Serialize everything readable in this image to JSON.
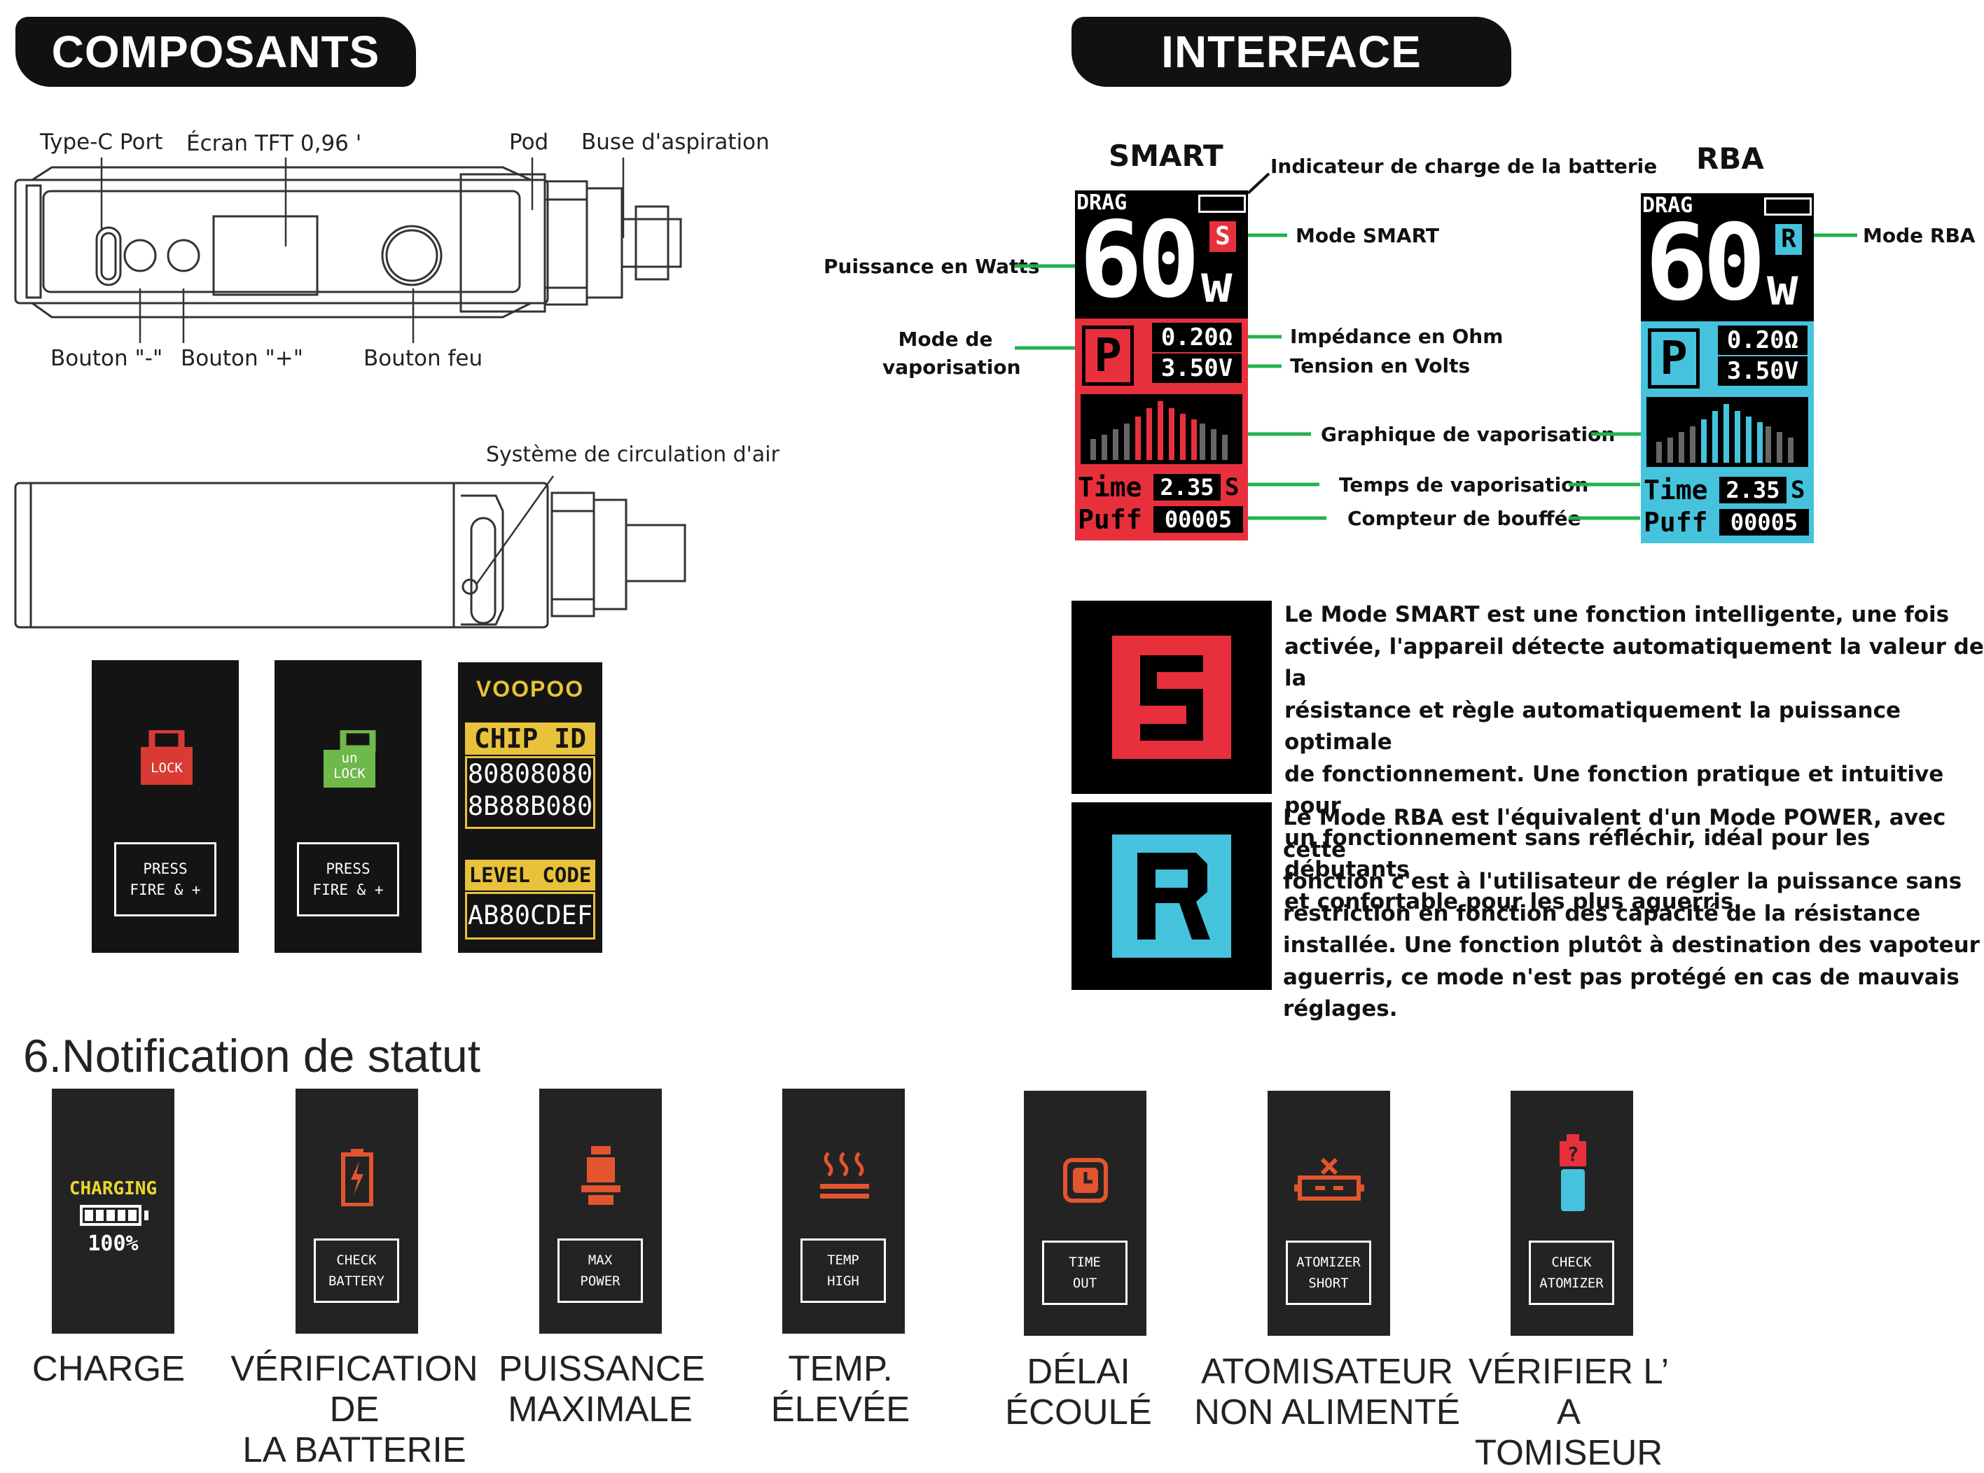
{
  "sections": {
    "components_title": "COMPOSANTS",
    "interface_title": "INTERFACE",
    "status_title": "6.Notification de statut"
  },
  "components": {
    "type_c_port": "Type-C Port",
    "screen": "Écran TFT 0,96 '",
    "pod": "Pod",
    "mouthpiece": "Buse d'aspiration",
    "minus_button": "Bouton \"-\"",
    "plus_button": "Bouton \"+\"",
    "fire_button": "Bouton feu",
    "airflow": "Système de circulation d'air"
  },
  "lock_screens": {
    "lock": "LOCK",
    "unlock_1": "un",
    "unlock_2": "LOCK",
    "press_1": "PRESS",
    "press_2": "FIRE & +"
  },
  "chip_screen": {
    "brand": "VOOPOO",
    "chip_id_label": "CHIP ID",
    "chip_id_1": "80808080",
    "chip_id_2": "8B88B080",
    "level_code_label": "LEVEL CODE",
    "level_code": "AB80CDEF"
  },
  "interface": {
    "smart_title": "SMART",
    "rba_title": "RBA",
    "battery_indicator": "Indicateur de charge de la batterie",
    "mode_smart": "Mode SMART",
    "mode_rba": "Mode RBA",
    "watts": "Puissance en Watts",
    "vape_mode": "Mode de vaporisation",
    "impedance": "Impédance en Ohm",
    "voltage": "Tension en Volts",
    "graph": "Graphique de vaporisation",
    "vape_time": "Temps de vaporisation",
    "puff_counter": "Compteur de bouffée"
  },
  "device_screen": {
    "brand": "DRAG",
    "power": "60",
    "unit": "w",
    "smart_letter": "S",
    "rba_letter": "R",
    "mode_letter": "P",
    "resistance": "0.20Ω",
    "voltage": "3.50V",
    "time_label": "Time",
    "time_value": "2.35",
    "time_unit": "S",
    "puff_label": "Puff",
    "puff_value": "00005",
    "smart_color": "#e8303d",
    "rba_color": "#45c3dd"
  },
  "descriptions": {
    "smart": [
      "Le Mode SMART est une fonction intelligente, une fois",
      "activée, l'appareil détecte automatiquement la valeur de la",
      "résistance et règle automatiquement la puissance optimale",
      "de fonctionnement. Une fonction pratique et intuitive pour",
      "un fonctionnement sans réfléchir, idéal pour les débutants",
      "et confortable pour les plus aguerris."
    ],
    "rba": [
      "Le Mode RBA est l'équivalent d'un Mode POWER, avec cette",
      "fonction c'est à l'utilisateur de régler la puissance sans",
      "restriction en fonction des capacité de la résistance",
      "installée. Une fonction plutôt à destination des vapoteur",
      "aguerris, ce mode n'est pas protégé en cas de mauvais",
      "réglages."
    ]
  },
  "status": [
    {
      "icon": "charging-battery-icon",
      "screen_top": "CHARGING",
      "screen_bottom": "100%",
      "caption_1": "CHARGE",
      "caption_2": ""
    },
    {
      "icon": "battery-alert-icon",
      "screen_top": "CHECK",
      "screen_bottom": "BATTERY",
      "caption_1": "VÉRIFICATION DE",
      "caption_2": "LA BATTERIE"
    },
    {
      "icon": "coil-icon",
      "screen_top": "MAX",
      "screen_bottom": "POWER",
      "caption_1": "PUISSANCE",
      "caption_2": "MAXIMALE"
    },
    {
      "icon": "heat-waves-icon",
      "screen_top": "TEMP",
      "screen_bottom": "HIGH",
      "caption_1": "TEMP. ÉLEVÉE",
      "caption_2": ""
    },
    {
      "icon": "clock-icon",
      "screen_top": "TIME",
      "screen_bottom": "OUT",
      "caption_1": "DÉLAI",
      "caption_2": "ÉCOULÉ"
    },
    {
      "icon": "short-circuit-icon",
      "screen_top": "ATOMIZER",
      "screen_bottom": "SHORT",
      "caption_1": "ATOMISATEUR",
      "caption_2": "NON ALIMENTÉ"
    },
    {
      "icon": "atomizer-question-icon",
      "screen_top": "CHECK",
      "screen_bottom": "ATOMIZER",
      "caption_1": "VÉRIFIER L’ A",
      "caption_2": "TOMISEUR"
    }
  ],
  "colors": {
    "status_accent": "#e2552f",
    "charging_text": "#e8d82e",
    "lock_red": "#d83a34",
    "unlock_green": "#6fb84a",
    "chip_gold": "#e8c23a",
    "leader_green": "#22b24c"
  }
}
